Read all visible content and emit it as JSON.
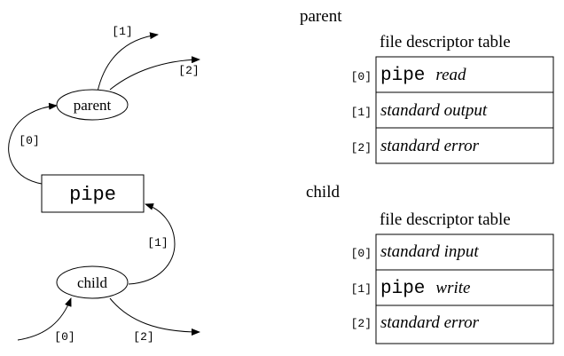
{
  "graph": {
    "parent_label": "parent",
    "child_label": "child",
    "pipe_label": "pipe",
    "edges": {
      "parent_out_1": "[1]",
      "parent_out_2": "[2]",
      "pipe_to_parent": "[0]",
      "child_to_pipe": "[1]",
      "input_to_child": "[0]",
      "child_out_2": "[2]"
    }
  },
  "parent_table": {
    "section_title": "parent",
    "table_title": "file descriptor table",
    "rows": [
      {
        "index": "[0]",
        "mono": "pipe",
        "italic": "read"
      },
      {
        "index": "[1]",
        "mono": "",
        "italic": "standard output"
      },
      {
        "index": "[2]",
        "mono": "",
        "italic": "standard error"
      }
    ]
  },
  "child_table": {
    "section_title": "child",
    "table_title": "file descriptor table",
    "rows": [
      {
        "index": "[0]",
        "mono": "",
        "italic": "standard input"
      },
      {
        "index": "[1]",
        "mono": "pipe",
        "italic": "write"
      },
      {
        "index": "[2]",
        "mono": "",
        "italic": "standard error"
      }
    ]
  }
}
